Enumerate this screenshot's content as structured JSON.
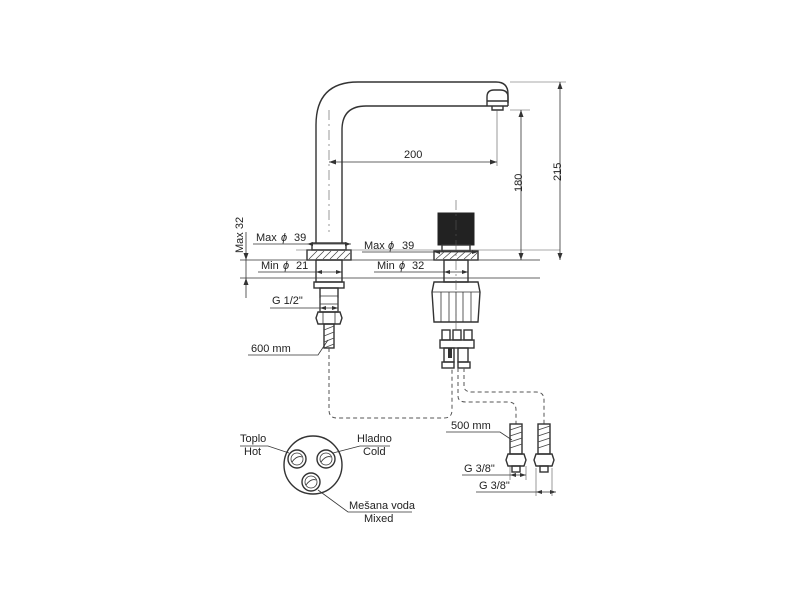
{
  "dimensions": {
    "spout_reach": "200",
    "spout_height": "180",
    "total_height": "215",
    "max_deck_thickness": "Max 32",
    "spout_max_hole_label": "Max",
    "spout_max_hole_symbol": "ϕ",
    "spout_max_hole_value": "39",
    "spout_min_hole_label": "Min",
    "spout_min_hole_symbol": "ϕ",
    "spout_min_hole_value": "21",
    "mixer_max_hole_label": "Max",
    "mixer_max_hole_symbol": "ϕ",
    "mixer_max_hole_value": "39",
    "mixer_min_hole_label": "Min",
    "mixer_min_hole_symbol": "ϕ",
    "mixer_min_hole_value": "32",
    "spout_thread": "G 1/2\"",
    "spout_hose_length": "600 mm",
    "supply_hose_length": "500 mm",
    "supply_thread_1": "G 3/8\"",
    "supply_thread_2": "G 3/8\""
  },
  "legend": {
    "hot_local": "Toplo",
    "hot": "Hot",
    "cold_local": "Hladno",
    "cold": "Cold",
    "mixed_local": "Mešana voda",
    "mixed": "Mixed"
  }
}
